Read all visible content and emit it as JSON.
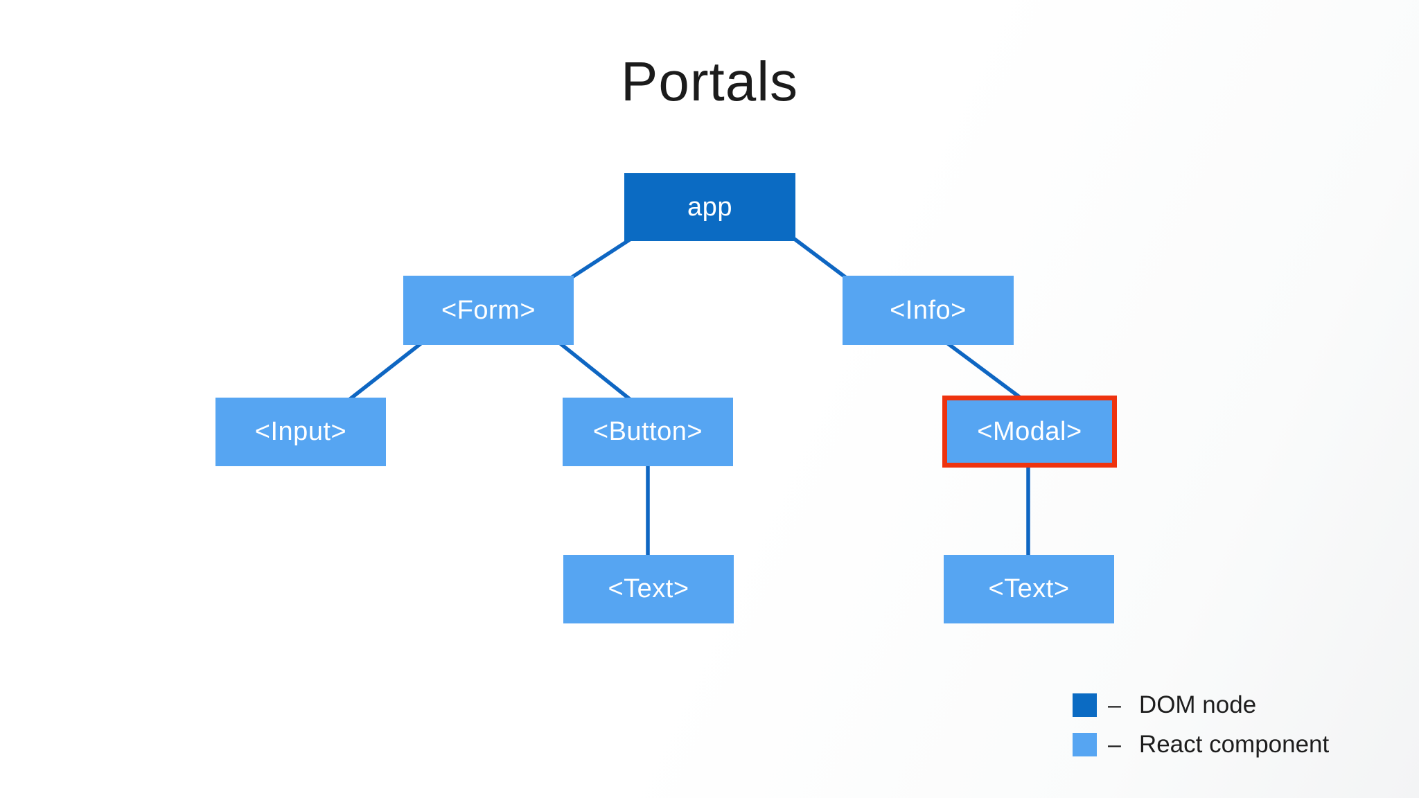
{
  "title": "Portals",
  "colors": {
    "dom_node": "#0b6bc3",
    "react_component": "#56a5f2",
    "connector": "#0e66c2",
    "highlight": "#ee330f",
    "title_text": "#1b1b1b",
    "node_text": "#ffffff"
  },
  "nodes": {
    "app": {
      "label": "app",
      "type": "DOM node"
    },
    "form": {
      "label": "<Form>",
      "type": "React component"
    },
    "info": {
      "label": "<Info>",
      "type": "React component"
    },
    "input": {
      "label": "<Input>",
      "type": "React component"
    },
    "button": {
      "label": "<Button>",
      "type": "React component"
    },
    "modal": {
      "label": "<Modal>",
      "type": "React component",
      "highlighted": true
    },
    "buttonText": {
      "label": "<Text>",
      "type": "React component"
    },
    "modalText": {
      "label": "<Text>",
      "type": "React component"
    }
  },
  "edges": [
    [
      "app",
      "form"
    ],
    [
      "app",
      "info"
    ],
    [
      "form",
      "input"
    ],
    [
      "form",
      "button"
    ],
    [
      "info",
      "modal"
    ],
    [
      "button",
      "buttonText"
    ],
    [
      "modal",
      "modalText"
    ]
  ],
  "legend": {
    "items": [
      {
        "separator": "–",
        "label": "DOM node",
        "swatch_color": "#0b6bc3"
      },
      {
        "separator": "–",
        "label": "React component",
        "swatch_color": "#56a5f2"
      }
    ]
  }
}
